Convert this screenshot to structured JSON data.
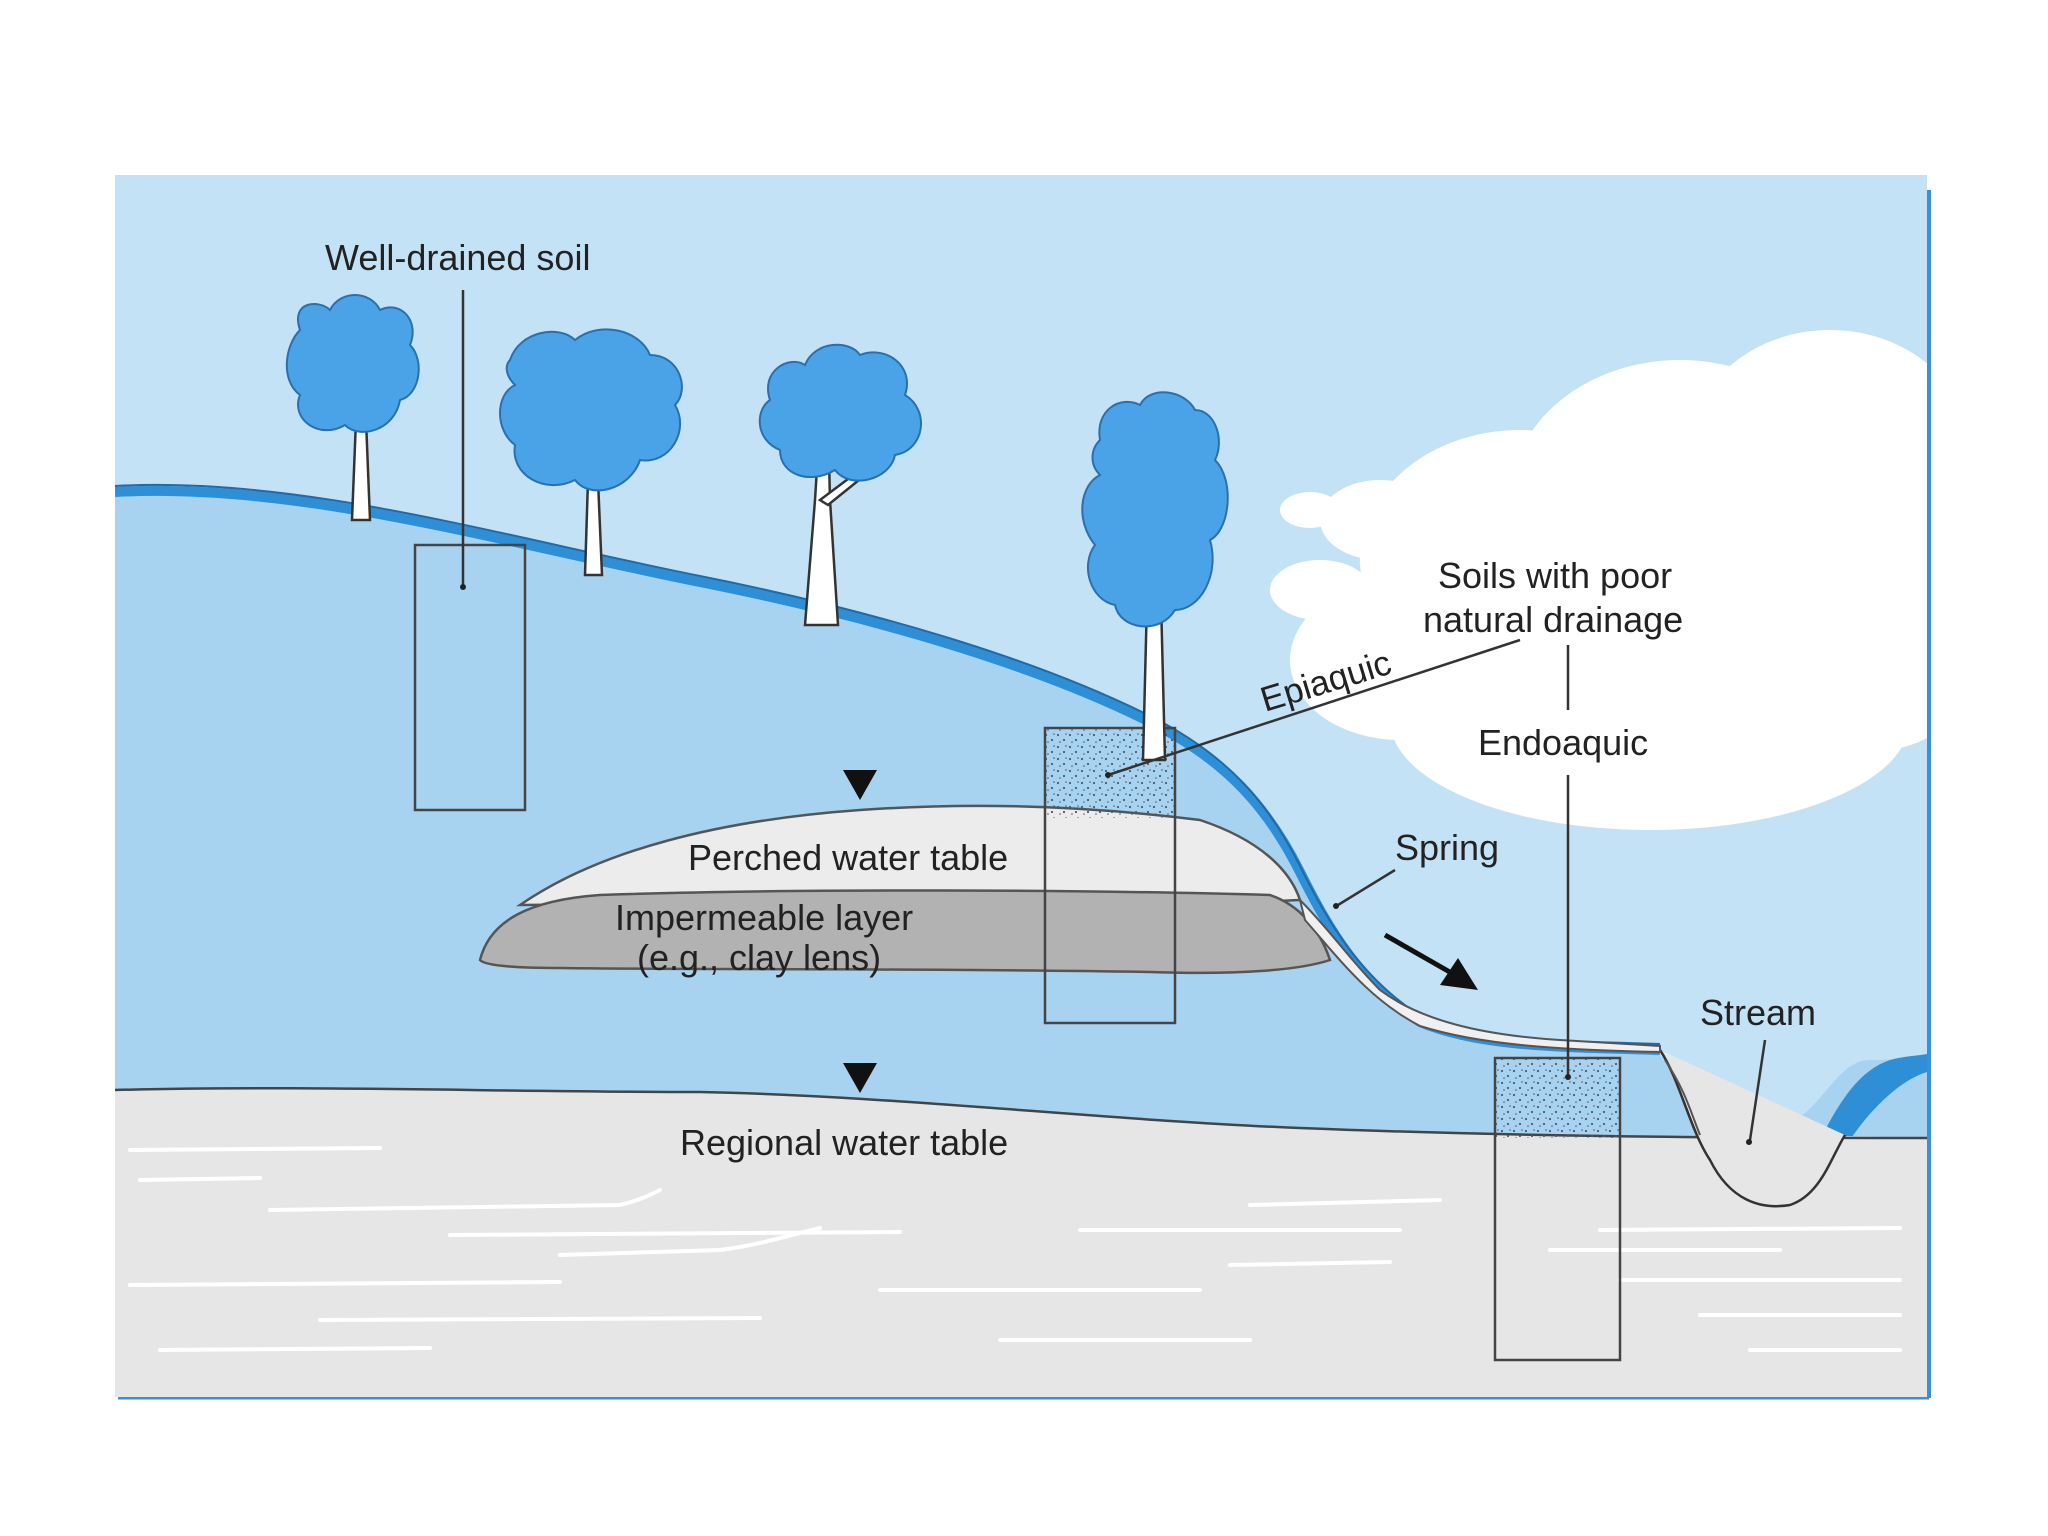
{
  "labels": {
    "well_drained_soil": "Well-drained soil",
    "soils_poor_line1": "Soils with poor",
    "soils_poor_line2": "natural drainage",
    "epiaquic": "Epiaquic",
    "endoaquic": "Endoaquic",
    "perched_water_table": "Perched water table",
    "impermeable_line1": "Impermeable layer",
    "impermeable_line2": "(e.g., clay lens)",
    "spring": "Spring",
    "stream": "Stream",
    "regional_water_table": "Regional water table"
  },
  "colors": {
    "sky": "#c4e2f6",
    "ground": "#a7d3f1",
    "saturated_zone": "#e6e6e6",
    "clay_lens": "#b2b2b2",
    "perched_water": "#ececec",
    "surface_water": "#2f8fd6",
    "tree_crown": "#4aa3e6",
    "cloud": "#ffffff",
    "frame_border": "#3a8fd8"
  }
}
